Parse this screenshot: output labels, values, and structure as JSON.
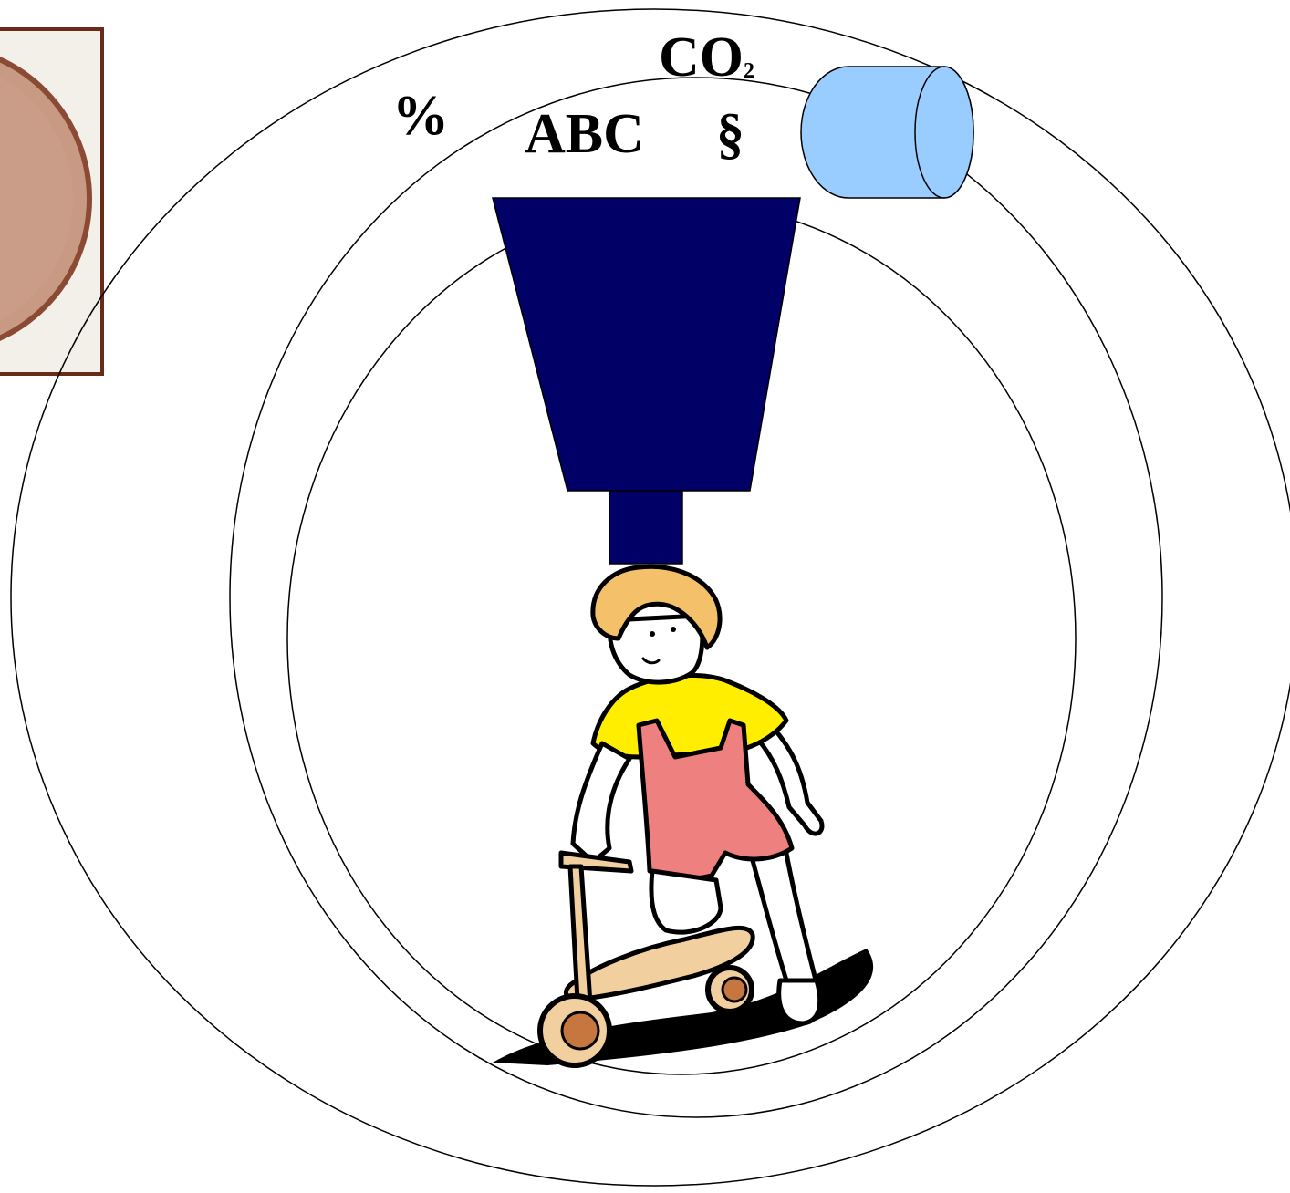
{
  "labels": {
    "percent": "%",
    "abc": "ABC",
    "section": "§",
    "co2_main": "CO",
    "co2_sub": "2"
  },
  "colors": {
    "background": "#ffffff",
    "outline": "#000000",
    "funnel": "#000066",
    "cylinder": "#99ccff",
    "photo_frame": "#6b2a18",
    "photo_bg": "#f3efe9",
    "photo_disc": "#c89a83",
    "hair": "#f5c06a",
    "shirt": "#ffee00",
    "overalls": "#ee8080",
    "scooter": "#f2cf9e",
    "wheel": "#c6763f"
  },
  "icons": {
    "photo": "petri-dish-photo",
    "funnel": "funnel-shape",
    "cylinder": "cylinder-shape",
    "clipart": "child-on-scooter-clipart"
  }
}
